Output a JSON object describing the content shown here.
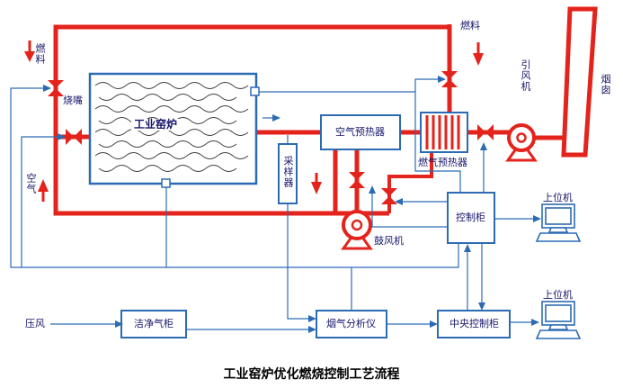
{
  "title": "工业窑炉优化燃烧控制工艺流程",
  "colors": {
    "pipe_red": "#e4231c",
    "signal_blue": "#2c6bb3",
    "label_ink": "#16166b"
  },
  "labels": {
    "fuel_left": "燃料",
    "burner": "烧嘴",
    "air": "空气",
    "furnace": "工业窑炉",
    "sampler": "采样器",
    "air_preheater": "空气预热器",
    "gas_preheater": "燃气预热器",
    "fuel_right": "燃料",
    "induced_fan": "引风机",
    "chimney": "烟囱",
    "blower": "鼓风机",
    "control_cabinet": "控制柜",
    "host_computer_top": "上位机",
    "host_computer_bottom": "上位机",
    "compressed_air": "压风",
    "clean_gas_cabinet": "洁净气柜",
    "flue_gas_analyzer": "烟气分析仪",
    "central_control_cabinet": "中央控制柜"
  }
}
